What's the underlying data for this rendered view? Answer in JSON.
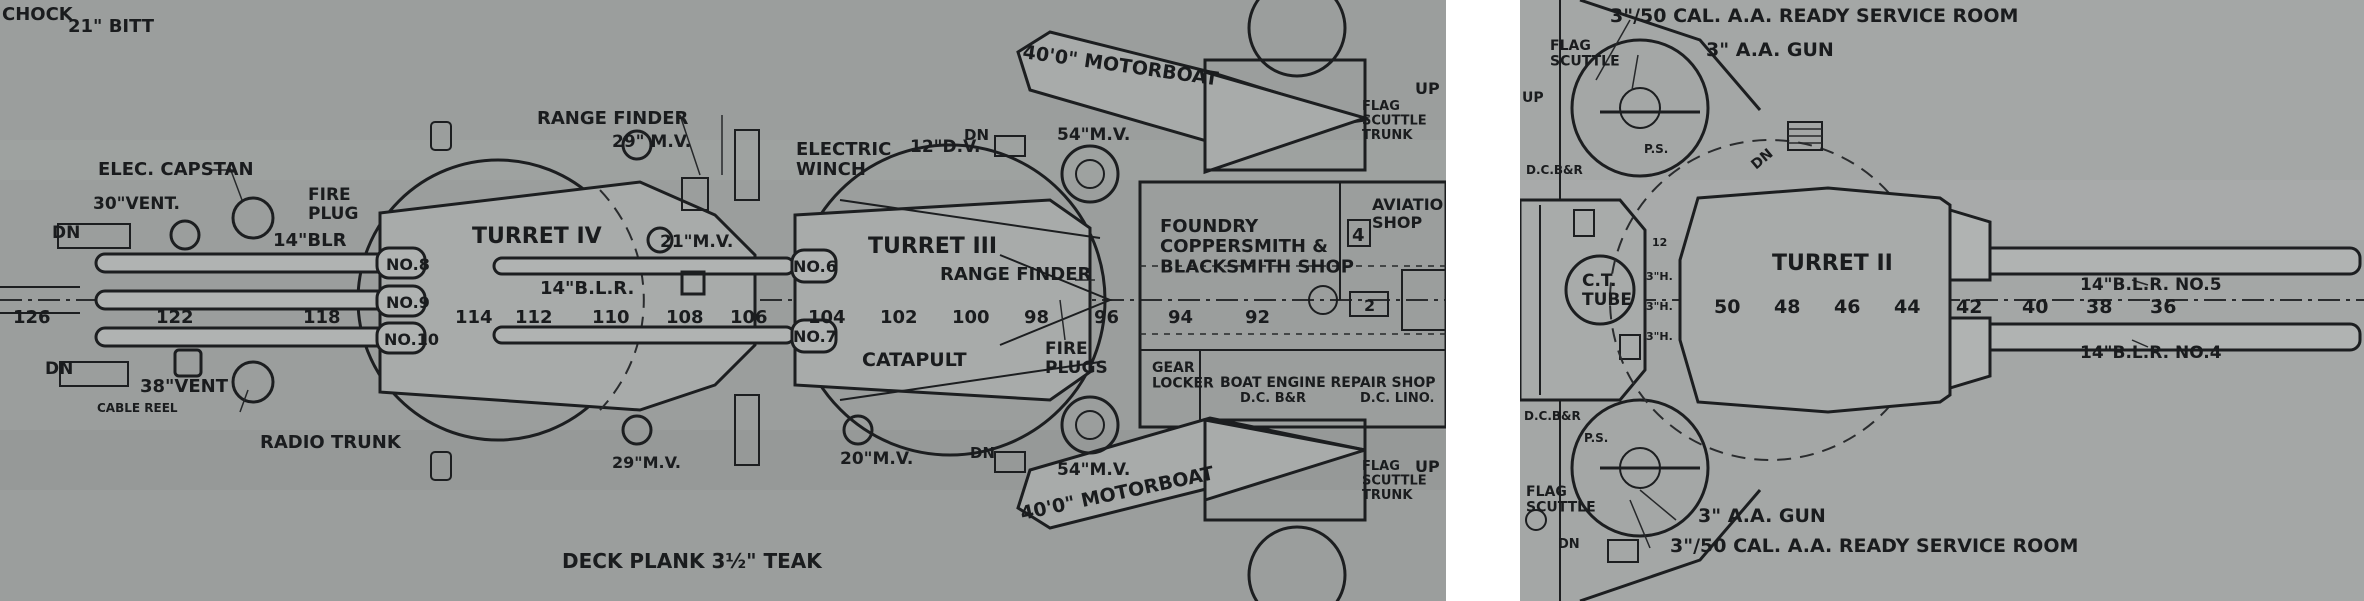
{
  "left_drawing": {
    "labels": {
      "chock": "CHOCK",
      "bitt": "21\" BITT",
      "elec_capstan": "ELEC. CAPSTAN",
      "vent_30": "30\"VENT.",
      "fire_plug": "FIRE\nPLUG",
      "blr_14_a": "14\"BLR",
      "dn_1": "DN",
      "dn_2": "DN",
      "vent_38": "38\"VENT",
      "cable_reel": "CABLE REEL",
      "radio_trunk": "RADIO TRUNK",
      "range_finder_1": "RANGE FINDER",
      "mv_29_top": "29\" M.V.",
      "mv_21": "21\"M.V.",
      "mv_29_bottom": "29\"M.V.",
      "turret_iv": "TURRET IV",
      "no8": "NO.8",
      "no9": "NO.9",
      "no10": "NO.10",
      "blr_14_b": "14\"B.L.R.",
      "electric_winch": "ELECTRIC\nWINCH",
      "dv_12": "12\"D.V.",
      "dn_3": "DN",
      "dn_4": "DN",
      "mv_20": "20\"M.V.",
      "turret_iii": "TURRET III",
      "no6": "NO.6",
      "no7": "NO.7",
      "range_finder_2": "RANGE FINDER",
      "catapult": "CATAPULT",
      "fire_plugs": "FIRE\nPLUGS",
      "mv_54_top": "54\"M.V.",
      "mv_54_bottom": "54\"M.V.",
      "motorboat_top": "40'0\" MOTORBOAT",
      "motorboat_bottom": "40'0\" MOTORBOAT",
      "foundry": "FOUNDRY\nCOPPERSMITH &\nBLACKSMITH SHOP",
      "aviation_shop": "AVIATION\nSHOP",
      "box_4": "4",
      "box_2": "2",
      "gear_locker": "GEAR\nLOCKER",
      "boat_engine": "BOAT ENGINE REPAIR SHOP",
      "dc_bsr": "D.C. B&R",
      "dc_lino": "D.C. LINO.",
      "flag_scuttle_trunk_top": "FLAG\nSCUTTLE\nTRUNK",
      "up_1": "UP",
      "flag_scuttle_trunk_bottom": "FLAG\nSCUTTLE\nTRUNK",
      "up_2": "UP",
      "deck_plank": "DECK PLANK 3½\" TEAK"
    },
    "frame_numbers": [
      "126",
      "122",
      "118",
      "114",
      "112",
      "110",
      "108",
      "106",
      "104",
      "102",
      "100",
      "98",
      "96",
      "94",
      "92"
    ]
  },
  "right_drawing": {
    "labels": {
      "ready_room_top": "3\"/50 CAL. A.A. READY SERVICE ROOM",
      "aa_gun_top": "3\" A.A. GUN",
      "flag_scuttle_top": "FLAG\nSCUTTLE",
      "up": "UP",
      "ps_top": "P.S.",
      "dn_top": "DN",
      "dc_bsr_top": "D.C.B&R",
      "ct_tube": "C.T.\nTUBE",
      "turret_ii": "TURRET II",
      "blr_no5": "14\"B.L.R. NO.5",
      "blr_no4": "14\"B.L.R. NO.4",
      "dc_bsr_bottom": "D.C.B&R",
      "ps_bottom": "P.S.",
      "flag_scuttle_bottom": "FLAG\nSCUTTLE",
      "aa_gun_bottom": "3\" A.A. GUN",
      "dn_bottom": "DN",
      "ready_room_bottom": "3\"/50 CAL. A.A. READY SERVICE ROOM",
      "h_12": "12",
      "h_3h_a": "3\"H.",
      "h_3h_b": "3\"H.",
      "h_3h_c": "3\"H."
    },
    "frame_numbers": [
      "50",
      "48",
      "46",
      "44",
      "42",
      "40",
      "38",
      "36"
    ]
  }
}
